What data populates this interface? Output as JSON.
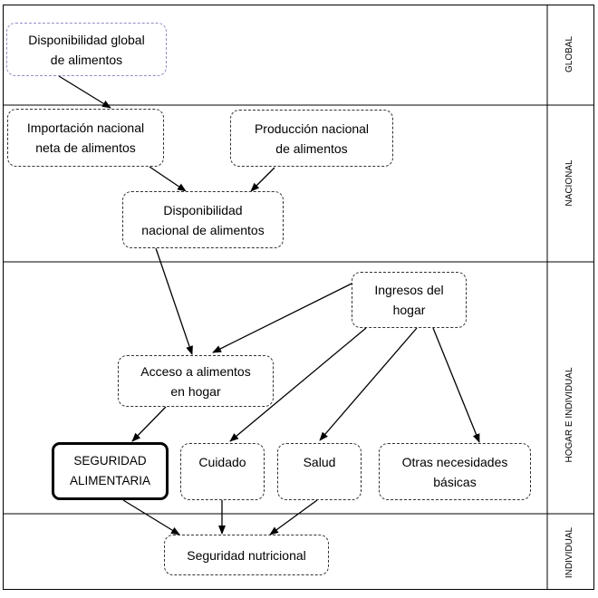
{
  "levels": {
    "global": "GLOBAL",
    "nacional": "NACIONAL",
    "hogar": "HOGAR E INDIVIDUAL",
    "individual": "INDIVIDUAL"
  },
  "nodes": {
    "disp_global": "Disponibilidad global\nde alimentos",
    "importacion": "Importación nacional\nneta de alimentos",
    "produccion": "Producción nacional\nde alimentos",
    "disp_nacional": "Disponibilidad\nnacional de alimentos",
    "ingresos": "Ingresos del\nhogar",
    "acceso": "Acceso a alimentos\nen hogar",
    "seguridad_alim": "SEGURIDAD\nALIMENTARIA",
    "cuidado": "Cuidado",
    "salud": "Salud",
    "otras": "Otras necesidades\nbásicas",
    "seguridad_nutri": "Seguridad nutricional"
  }
}
